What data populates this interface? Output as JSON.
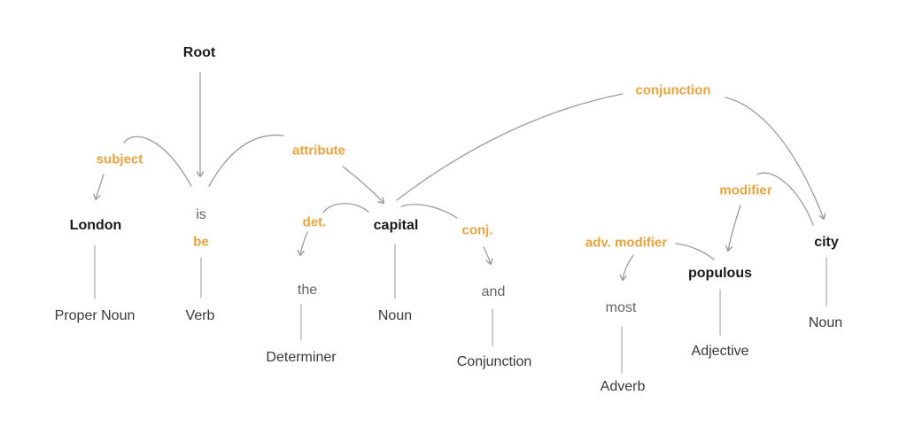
{
  "parse": {
    "root_label": "Root",
    "sentence": "London is the capital and most populous city",
    "words": [
      {
        "text": "London",
        "pos": "Proper Noun",
        "emphasis": "bold"
      },
      {
        "text": "is",
        "lemma": "be",
        "pos": "Verb",
        "emphasis": "muted"
      },
      {
        "text": "the",
        "pos": "Determiner",
        "emphasis": "muted"
      },
      {
        "text": "capital",
        "pos": "Noun",
        "emphasis": "bold"
      },
      {
        "text": "and",
        "pos": "Conjunction",
        "emphasis": "muted"
      },
      {
        "text": "most",
        "pos": "Adverb",
        "emphasis": "muted"
      },
      {
        "text": "populous",
        "pos": "Adjective",
        "emphasis": "bold"
      },
      {
        "text": "city",
        "pos": "Noun",
        "emphasis": "bold"
      }
    ],
    "relations": [
      {
        "label": "subject",
        "head": "is",
        "dependent": "London"
      },
      {
        "label": "attribute",
        "head": "is",
        "dependent": "capital"
      },
      {
        "label": "det.",
        "head": "capital",
        "dependent": "the"
      },
      {
        "label": "conj.",
        "head": "capital",
        "dependent": "and"
      },
      {
        "label": "conjunction",
        "head": "capital",
        "dependent": "city"
      },
      {
        "label": "modifier",
        "head": "city",
        "dependent": "populous"
      },
      {
        "label": "adv. modifier",
        "head": "populous",
        "dependent": "most"
      }
    ],
    "colors": {
      "accent": "#E8A33D",
      "line": "#9B9B9B",
      "word": "#1A1A1A",
      "muted_word": "#626366",
      "pos_label": "#37383A",
      "background": "#FFFFFF"
    }
  }
}
